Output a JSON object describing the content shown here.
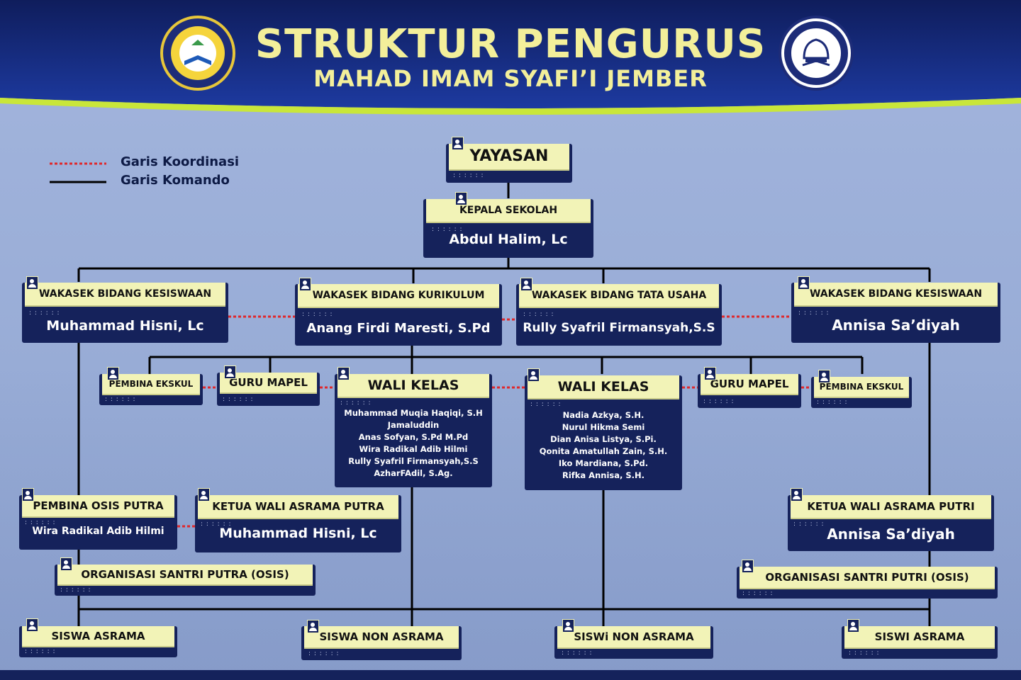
{
  "header": {
    "title": "STRUKTUR PENGURUS",
    "subtitle": "MAHAD IMAM SYAFI’I JEMBER",
    "accent_yellow": "#f3ef9a",
    "bar_green": "#c9e63a",
    "navy": "#15225b"
  },
  "legend": {
    "koordinasi": "Garis Koordinasi",
    "komando": "Garis Komando"
  },
  "nodes": {
    "yayasan": {
      "title": "YAYASAN"
    },
    "kepsek": {
      "title": "KEPALA SEKOLAH",
      "name": "Abdul Halim, Lc"
    },
    "waka_kes1": {
      "title": "WAKASEK BIDANG KESISWAAN",
      "name": "Muhammad Hisni, Lc"
    },
    "waka_kur": {
      "title": "WAKASEK BIDANG KURIKULUM",
      "name": "Anang Firdi Maresti, S.Pd"
    },
    "waka_tu": {
      "title": "WAKASEK BIDANG TATA USAHA",
      "name": "Rully Syafril Firmansyah,S.S"
    },
    "waka_kes2": {
      "title": "WAKASEK BIDANG KESISWAAN",
      "name": "Annisa Sa’diyah"
    },
    "pembina_eks1": {
      "title": "PEMBINA EKSKUL"
    },
    "guru_mapel1": {
      "title": "GURU MAPEL"
    },
    "wali_kelas1": {
      "title": "WALI KELAS",
      "members": [
        "Muhammad Muqia Haqiqi, S.H",
        "Jamaluddin",
        "Anas Sofyan, S.Pd M.Pd",
        "Wira Radikal Adib Hilmi",
        "Rully Syafril Firmansyah,S.S",
        "AzharFAdil, S.Ag."
      ]
    },
    "wali_kelas2": {
      "title": "WALI KELAS",
      "members": [
        "Nadia Azkya, S.H.",
        "Nurul Hikma Semi",
        "Dian Anisa Listya, S.Pi.",
        "Qonita Amatullah Zain, S.H.",
        "Iko Mardiana, S.Pd.",
        "Rifka Annisa, S.H."
      ]
    },
    "guru_mapel2": {
      "title": "GURU MAPEL"
    },
    "pembina_eks2": {
      "title": "PEMBINA EKSKUL"
    },
    "pembina_osis": {
      "title": "PEMBINA OSIS PUTRA",
      "name": "Wira Radikal Adib Hilmi"
    },
    "ketua_asrama_pa": {
      "title": "KETUA WALI ASRAMA PUTRA",
      "name": "Muhammad Hisni, Lc"
    },
    "ketua_asrama_pi": {
      "title": "KETUA WALI ASRAMA PUTRI",
      "name": "Annisa Sa’diyah"
    },
    "osis_pa": {
      "title": "ORGANISASI SANTRI PUTRA (OSIS)"
    },
    "osis_pi": {
      "title": "ORGANISASI SANTRI PUTRI  (OSIS)"
    },
    "siswa_asrama": {
      "title": "SISWA ASRAMA"
    },
    "siswa_non": {
      "title": "SISWA NON ASRAMA"
    },
    "siswi_non": {
      "title": "SISWi NON ASRAMA"
    },
    "siswi_asrama": {
      "title": "SISWI ASRAMA"
    }
  }
}
